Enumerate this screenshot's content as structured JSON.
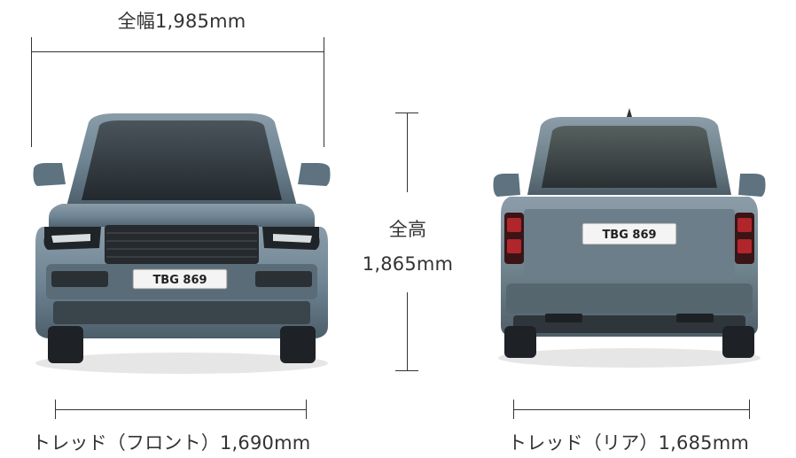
{
  "dimensions": {
    "width_label": "全幅1,985mm",
    "height_label_line1": "全高",
    "height_label_line2": "1,865mm",
    "front_tread_label": "トレッド（フロント）1,690mm",
    "rear_tread_label": "トレッド（リア）1,685mm"
  },
  "vehicle": {
    "front_plate": "TBG 869",
    "rear_plate": "TBG 869"
  },
  "colors": {
    "body": "#6f8594",
    "body_dark": "#4b5d69",
    "glass": "#2c343a",
    "grille": "#262a2e",
    "taillight": "#b0262a",
    "line": "#333333"
  }
}
